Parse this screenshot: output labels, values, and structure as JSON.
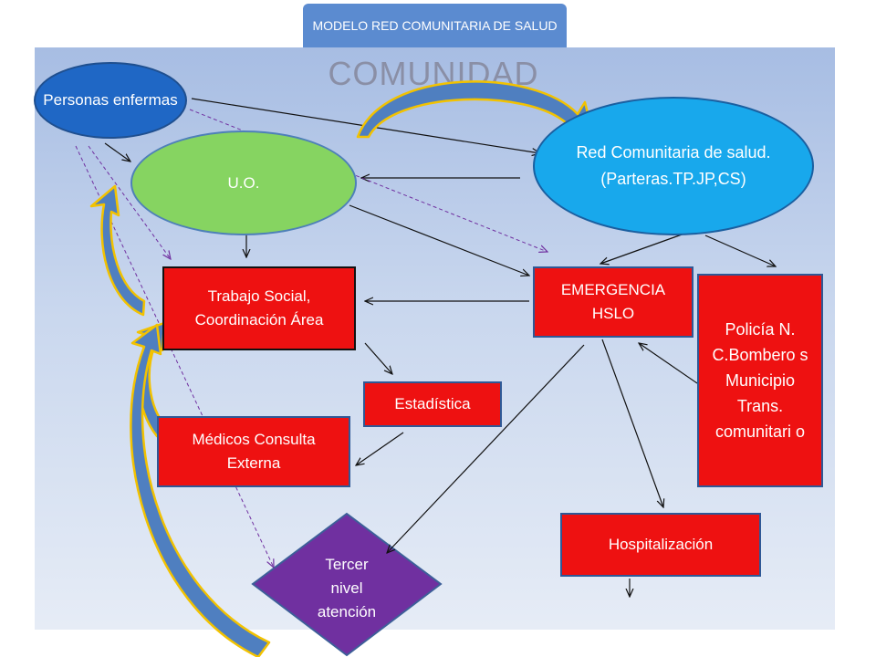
{
  "header": {
    "tab_label": "MODELO RED COMUNITARIA DE SALUD"
  },
  "title": "COMUNIDAD",
  "nodes": {
    "personas": "Personas enfermas",
    "uo": "U.O.",
    "red": "Red Comunitaria de salud. (Parteras.TP.JP,CS)",
    "trabajo": "Trabajo Social, Coordinación Área",
    "emergencia": "EMERGENCIA HSLO",
    "policia": "Policía N. C.Bombero s Municipio Trans. comunitari o",
    "estadistica": "Estadística",
    "medicos": "Médicos Consulta Externa",
    "hospitalizacion": "Hospitalización",
    "tercer": "Tercer nivel atención"
  },
  "colors": {
    "panel": "#b8cbe9",
    "tab": "#5b8bd0",
    "red_box": "#ee1111",
    "personas": "#1f67c5",
    "uo": "#86d461",
    "red_comunitaria": "#18a8ec",
    "tercer": "#7030a0",
    "curved_arrow": "#4f7fc0",
    "curved_arrow_outline": "#f2c200"
  }
}
